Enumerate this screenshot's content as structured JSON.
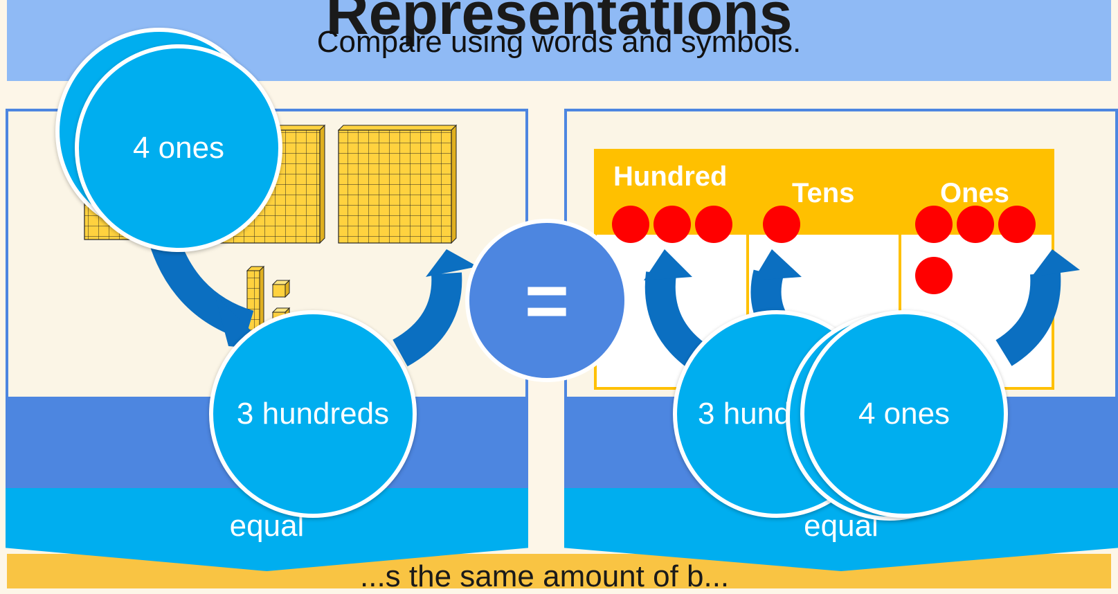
{
  "header": {
    "title": "Representations",
    "subtitle": "Compare using words and symbols."
  },
  "left_panel": {
    "word": "equal",
    "model": "base-ten blocks"
  },
  "right_panel": {
    "word": "equal",
    "chart_headers": [
      "Hundred",
      "Tens",
      "Ones"
    ],
    "dots": {
      "hundreds": 3,
      "tens": 1,
      "ones": 4
    }
  },
  "symbol": "=",
  "bubbles": {
    "left_top": "4 ones",
    "left_bottom": "3 hundreds",
    "right_mid": "3 hund",
    "right_front": "4 ones"
  },
  "bottom_text": "...s the same amount of b...",
  "colors": {
    "header": "#8fbaf5",
    "panel_border": "#4d86e0",
    "bubble": "#00aeef",
    "arrow": "#0b6fc1",
    "block": "#ffd23f",
    "chart_header": "#ffc000",
    "dot": "#ff0000"
  }
}
